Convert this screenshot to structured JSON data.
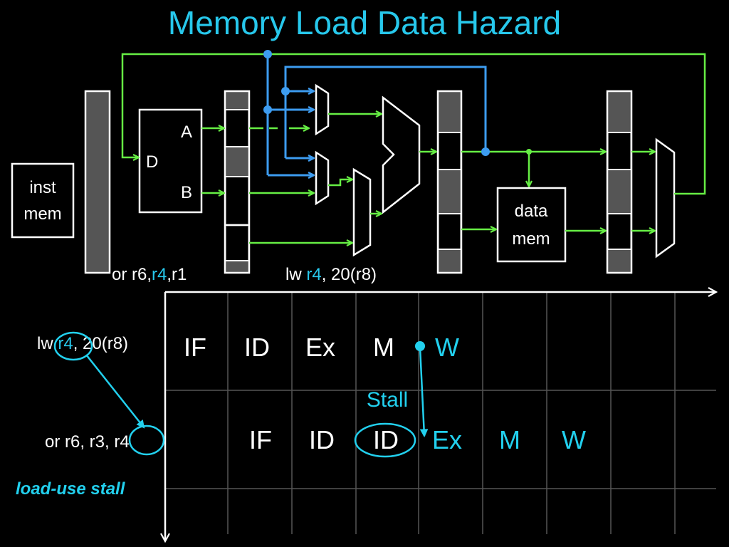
{
  "title": "Memory Load Data Hazard",
  "colors": {
    "background": "#000000",
    "title": "#27c8ec",
    "wire_green": "#66ee44",
    "wire_blue": "#3d9cf0",
    "highlight_cyan": "#22d0ee",
    "register_dark": "#555555",
    "grid": "#555555",
    "text": "#ffffff"
  },
  "datapath": {
    "inst_mem_label": [
      "inst",
      "mem"
    ],
    "regfile_ports": {
      "d": "D",
      "a": "A",
      "b": "B"
    },
    "data_mem_label": [
      "data",
      "mem"
    ],
    "id_stage_instr": {
      "prefix": "or r6,",
      "reg": "r4",
      "suffix": ",r1"
    },
    "ex_stage_instr": {
      "prefix": "lw ",
      "reg": "r4",
      "suffix": ", 20(r8)"
    }
  },
  "pipeline": {
    "rows": [
      {
        "instr": {
          "prefix": "lw ",
          "reg": "r4",
          "suffix": ", 20(r8)"
        },
        "stages": [
          "IF",
          "ID",
          "Ex",
          "M",
          "W"
        ]
      },
      {
        "instr": {
          "prefix": "or r6, r3, ",
          "reg": "r4",
          "suffix": ""
        },
        "stages": [
          "IF",
          "ID",
          "ID",
          "Ex",
          "M",
          "W"
        ]
      }
    ],
    "stall_label": "Stall",
    "note": "load-use stall"
  }
}
